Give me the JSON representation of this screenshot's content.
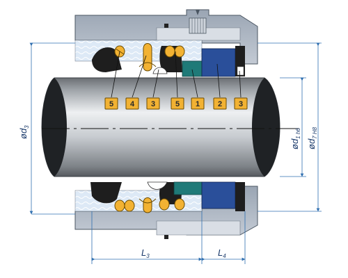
{
  "callouts": [
    {
      "number": "5"
    },
    {
      "number": "4"
    },
    {
      "number": "3"
    },
    {
      "number": "5"
    },
    {
      "number": "1"
    },
    {
      "number": "2"
    },
    {
      "number": "3"
    }
  ],
  "dimensions": {
    "d3": {
      "main": "ød",
      "sub": "3"
    },
    "d1": {
      "main": "ød",
      "sub": "1 h6"
    },
    "d7": {
      "main": "ød",
      "sub": "7 H8"
    },
    "l3": {
      "main": "L",
      "sub": "3"
    },
    "l4": {
      "main": "L",
      "sub": "4"
    }
  },
  "colors": {
    "housing": "#a8b2bf",
    "housing_light": "#d3d9e0",
    "fluid": "#dfeaf6",
    "shaft_dark": "#5a5e63",
    "shaft_light": "#e9ebee",
    "rubber": "#1e1e1e",
    "spring": "#f2b233",
    "seal_ring_teal": "#1f7a78",
    "seat_blue": "#2a4f9a",
    "accent_blue": "#2f6fb0"
  }
}
